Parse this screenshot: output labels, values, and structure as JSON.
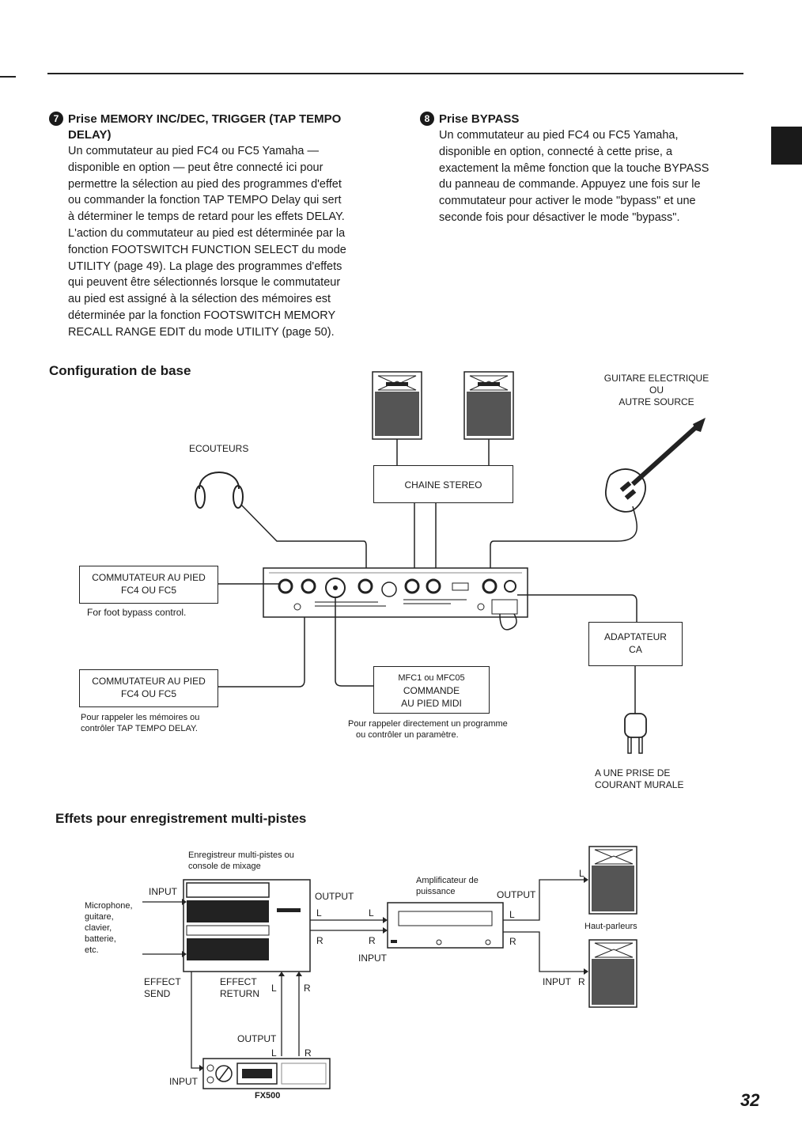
{
  "page_number": "32",
  "section7": {
    "number": "7",
    "heading_line1": "Prise MEMORY INC/DEC, TRIGGER (TAP TEMPO",
    "heading_line2": "DELAY)",
    "lines": [
      "Un commutateur au pied FC4 ou FC5 Yamaha —",
      "disponible en option — peut être connecté ici pour",
      "permettre la sélection au pied des programmes d'effet",
      "ou commander la fonction TAP TEMPO Delay qui sert",
      "à déterminer le temps de retard pour les effets DELAY.",
      "L'action du commutateur au pied est déterminée par la",
      "fonction FOOTSWITCH FUNCTION SELECT du mode",
      "UTILITY (page 49). La plage des programmes d'effets",
      "qui peuvent être sélectionnés lorsque le commutateur",
      "au pied est assigné à la sélection des mémoires est",
      "déterminée par la fonction FOOTSWITCH MEMORY",
      "RECALL RANGE EDIT du mode UTILITY (page 50)."
    ]
  },
  "section8": {
    "number": "8",
    "heading": "Prise BYPASS",
    "lines": [
      "Un commutateur au pied FC4 ou FC5 Yamaha,",
      "disponible en option, connecté à cette prise, a",
      "exactement la même fonction que la touche BYPASS",
      "du panneau de commande. Appuyez une fois sur le",
      "commutateur pour activer le mode \"bypass\" et une",
      "seconde fois pour désactiver le mode \"bypass\"."
    ]
  },
  "config": {
    "title": "Configuration de base",
    "guitar_line1": "GUITARE ELECTRIQUE",
    "guitar_line2": "OU",
    "guitar_line3": "AUTRE SOURCE",
    "headphones": "ECOUTEURS",
    "stereo": "CHAINE STEREO",
    "fs1_line1": "COMMUTATEUR AU PIED",
    "fs1_line2": "FC4 OU FC5",
    "fs1_caption": "For foot bypass control.",
    "fs2_line1": "COMMUTATEUR AU PIED",
    "fs2_line2": "FC4 OU FC5",
    "fs2_caption_line1": "Pour rappeler les mémoires ou",
    "fs2_caption_line2": "contrôler TAP TEMPO DELAY.",
    "midi_line1": "MFC1 ou MFC05",
    "midi_line2": "COMMANDE",
    "midi_line3": "AU PIED MIDI",
    "midi_caption_line1": "Pour rappeler directement un programme",
    "midi_caption_line2": "ou contrôler un paramètre.",
    "adapter_line1": "ADAPTATEUR",
    "adapter_line2": "CA",
    "outlet_line1": "A UNE PRISE DE",
    "outlet_line2": "COURANT MURALE"
  },
  "multitrack": {
    "title": "Effets pour enregistrement multi-pistes",
    "recorder_line1": "Enregistreur multi-pistes ou",
    "recorder_line2": "console de mixage",
    "input": "INPUT",
    "sources": [
      "Microphone,",
      "guitare,",
      "clavier,",
      "batterie,",
      "etc."
    ],
    "output": "OUTPUT",
    "L": "L",
    "R": "R",
    "effect_send_line1": "EFFECT",
    "effect_send_line2": "SEND",
    "effect_return_line1": "EFFECT",
    "effect_return_line2": "RETURN",
    "amp_line1": "Amplificateur de",
    "amp_line2": "puissance",
    "amp_output": "OUTPUT",
    "amp_input": "INPUT",
    "speakers": "Haut-parleurs",
    "speaker_input": "INPUT",
    "fx_output": "OUTPUT",
    "fx_input": "INPUT",
    "fx_model": "FX500"
  }
}
